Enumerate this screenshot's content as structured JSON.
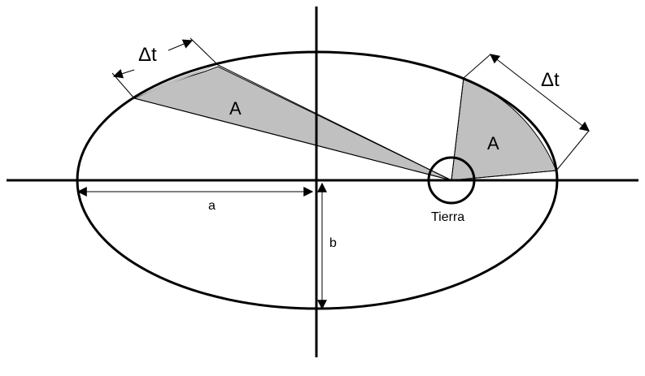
{
  "labels": {
    "delta_t_left": "Δt",
    "delta_t_right": "Δt",
    "area_left": "A",
    "area_right": "A",
    "semi_major": "a",
    "semi_minor": "b",
    "earth": "Tierra"
  },
  "colors": {
    "sector_fill": "#c0c0c0",
    "stroke": "#000000",
    "background": "#ffffff"
  }
}
